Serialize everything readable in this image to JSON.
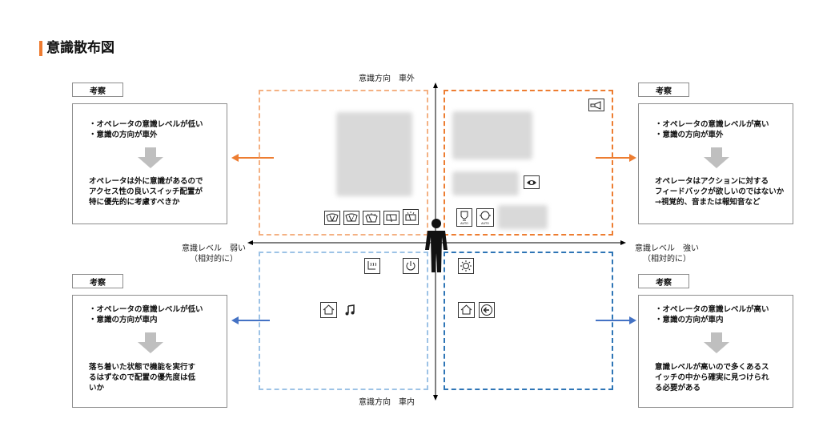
{
  "title": "意識散布図",
  "axes": {
    "top": "意識方向　車外",
    "bottom": "意識方向　車内",
    "left_line1": "意識レベル　弱い",
    "left_line2": "（相対的に）",
    "right_line1": "意識レベル　強い",
    "right_line2": "（相対的に）"
  },
  "icons": {
    "top_left": [
      "wiper-front-icon",
      "wiper-intermittent-icon",
      "washer-icon",
      "wiper-rear-icon",
      "washer-rear-icon"
    ],
    "top_right": [
      "horn-icon",
      "hazard-icon",
      "headlight-auto-icon",
      "fog-light-icon"
    ],
    "bottom_left": [
      "seat-heater-icon",
      "power-icon",
      "home-icon",
      "music-icon"
    ],
    "bottom_right": [
      "brightness-icon",
      "home-icon",
      "back-icon"
    ]
  },
  "panels": [
    {
      "header": "考察",
      "lines_top": [
        "・オペレータの意識レベルが低い",
        "・意識の方向が車外"
      ],
      "lines_bottom": [
        "オペレータは外に意識があるので",
        "アクセス性の良いスイッチ配置が",
        "特に優先的に考慮すべきか"
      ]
    },
    {
      "header": "考察",
      "lines_top": [
        "・オペレータの意識レベルが高い",
        "・意識の方向が車外"
      ],
      "lines_bottom": [
        "オペレータはアクションに対する",
        "フィードバックが欲しいのではないか",
        "→視覚的、音または報知音など"
      ]
    },
    {
      "header": "考察",
      "lines_top": [
        "・オペレータの意識レベルが低い",
        "・意識の方向が車内"
      ],
      "lines_bottom": [
        "落ち着いた状態で機能を実行す",
        "るはずなので配置の優先度は低",
        "いか"
      ]
    },
    {
      "header": "考察",
      "lines_top": [
        "・オペレータの意識レベルが高い",
        "・意識の方向が車内"
      ],
      "lines_bottom": [
        "意識レベルが高いので多くあるス",
        "イッチの中から確実に見つけられ",
        "る必要がある"
      ]
    }
  ],
  "colors": {
    "accent": "#ee7b30",
    "orange_light": "#f4b183",
    "orange": "#ed7d31",
    "blue_light": "#9dc3e6",
    "blue": "#2e75b6",
    "arrow_blue": "#4472c4",
    "panel_arrow": "#bfbfbf"
  }
}
